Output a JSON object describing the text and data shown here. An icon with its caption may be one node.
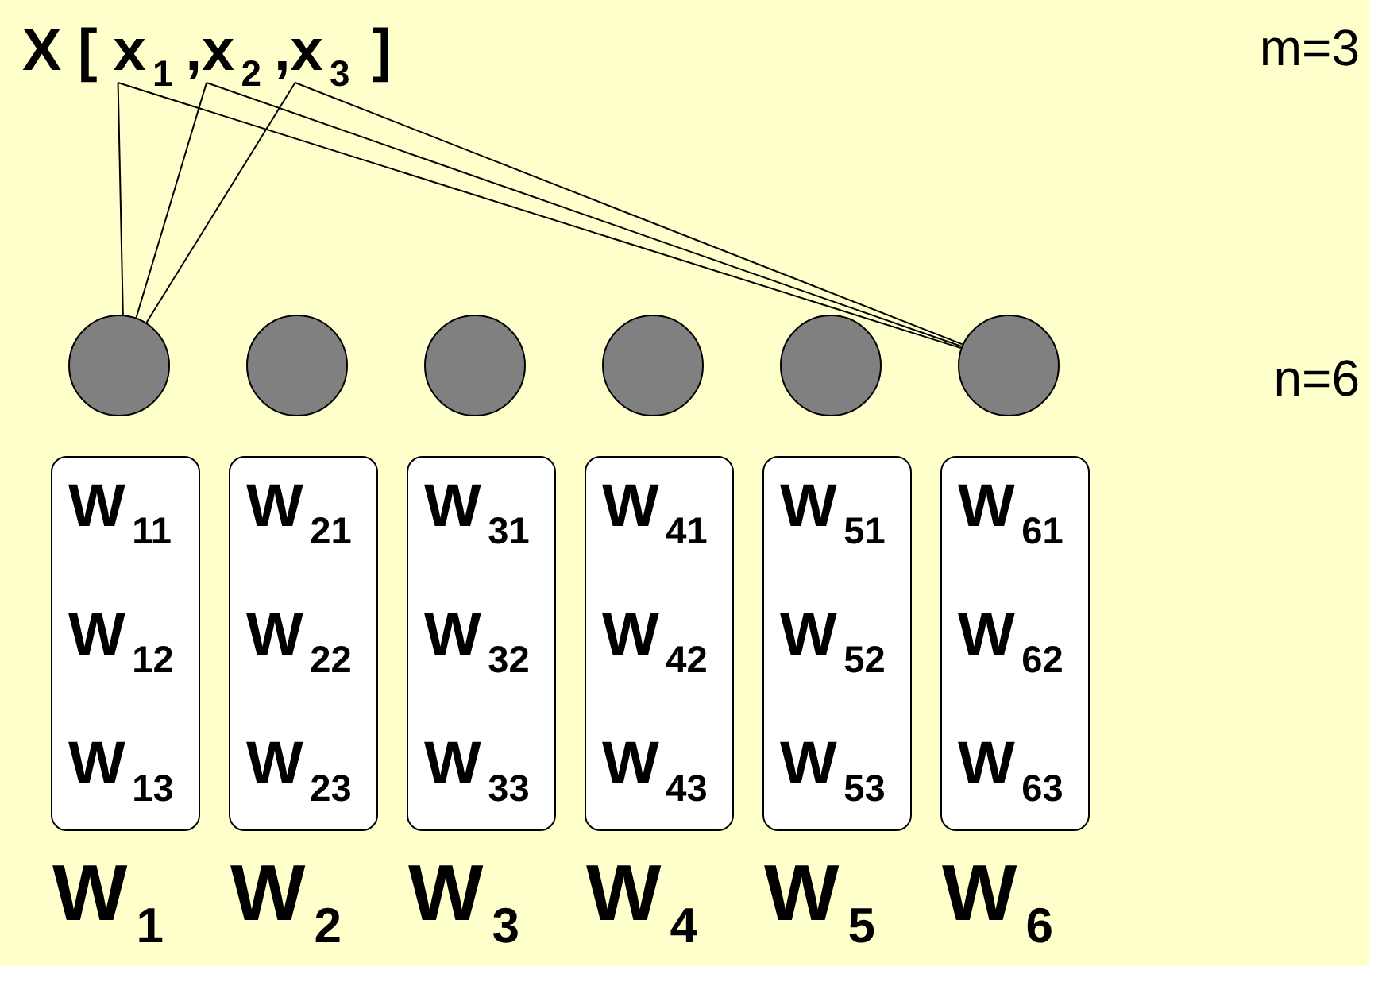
{
  "diagram": {
    "nodes": [
      {
        "text": [
          "x$_{1}$"
        ]
      },
      {
        "text": [
          "x$_{2}$"
        ]
      },
      {
        "text": [
          "x$_{3}$"
        ]
      },
      {
        "text": [],
        "shape": "circle"
      },
      {
        "text": [],
        "shape": "circle"
      },
      {
        "text": [],
        "shape": "circle"
      },
      {
        "text": [],
        "shape": "circle"
      },
      {
        "text": [],
        "shape": "circle"
      },
      {
        "text": [],
        "shape": "circle"
      },
      {
        "text": [
          "W$_{11}$",
          "W$_{12}$",
          "W$_{13}$"
        ],
        "beside": [
          "W$_{1}$"
        ]
      },
      {
        "text": [
          "W$_{21}$",
          "W$_{22}$",
          "W$_{23}$"
        ],
        "beside": [
          "W$_{2}$"
        ]
      },
      {
        "text": [
          "W$_{31}$",
          "W$_{32}$",
          "W$_{33}$"
        ],
        "beside": [
          "W$_{3}$"
        ]
      },
      {
        "text": [
          "W$_{41}$",
          "W$_{42}$",
          "W$_{43}$"
        ],
        "beside": [
          "W$_{4}$"
        ]
      },
      {
        "text": [
          "W$_{51}$",
          "W$_{52}$",
          "W$_{53}$"
        ],
        "beside": [
          "W$_{5}$"
        ]
      },
      {
        "text": [
          "W$_{61}$",
          "W$_{62}$",
          "W$_{63}$"
        ],
        "beside": [
          "W$_{6}$"
        ]
      }
    ],
    "edges": [
      {
        "from": 0,
        "to": 3,
        "arrow": "none"
      },
      {
        "from": 1,
        "to": 3,
        "arrow": "none"
      },
      {
        "from": 2,
        "to": 3,
        "arrow": "none"
      },
      {
        "from": 0,
        "to": 8,
        "arrow": "none"
      },
      {
        "from": 1,
        "to": 8,
        "arrow": "none"
      },
      {
        "from": 2,
        "to": 8,
        "arrow": "none"
      }
    ],
    "labels": [
      "X [",
      ",",
      ",",
      "]",
      "m=3",
      "n=6"
    ]
  }
}
